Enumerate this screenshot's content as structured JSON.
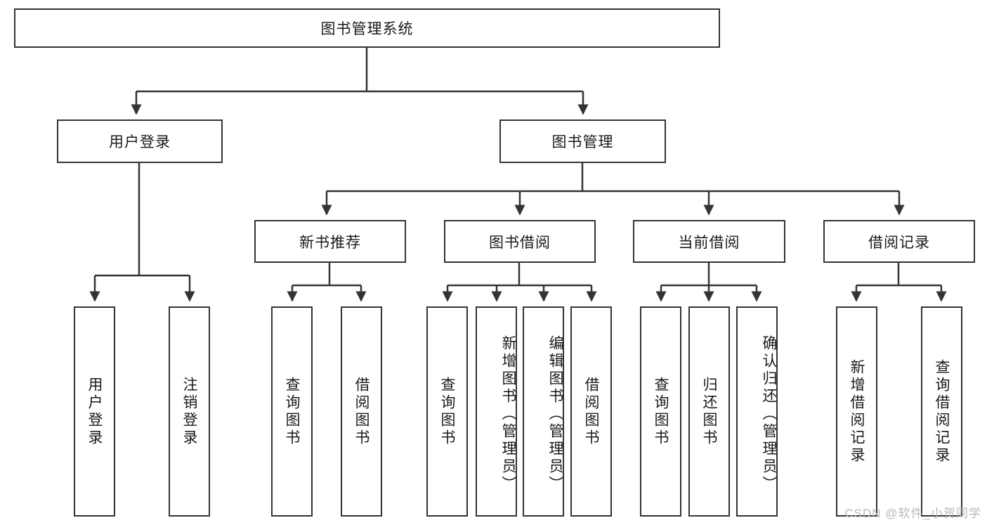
{
  "diagram": {
    "title": "图书管理系统",
    "watermark": "CSDN @软件_小贺同学",
    "colors": {
      "box_border": "#333333",
      "box_fill": "#ffffff",
      "connector": "#333333",
      "text": "#1a1a1a",
      "watermark": "#b9b9b9"
    },
    "root": {
      "label": "图书管理系统"
    },
    "level2": [
      {
        "label": "用户登录"
      },
      {
        "label": "图书管理"
      }
    ],
    "level3": [
      {
        "label": "新书推荐"
      },
      {
        "label": "图书借阅"
      },
      {
        "label": "当前借阅"
      },
      {
        "label": "借阅记录"
      }
    ],
    "leaves": {
      "user_login": [
        {
          "label": "用户登录"
        },
        {
          "label": "注销登录"
        }
      ],
      "new_book_recommend": [
        {
          "label": "查询图书"
        },
        {
          "label": "借阅图书"
        }
      ],
      "book_borrow": [
        {
          "label": "查询图书"
        },
        {
          "label": "新增图书（管理员）"
        },
        {
          "label": "编辑图书（管理员）"
        },
        {
          "label": "借阅图书"
        }
      ],
      "current_borrow": [
        {
          "label": "查询图书"
        },
        {
          "label": "归还图书"
        },
        {
          "label": "确认归还（管理员）"
        }
      ],
      "borrow_record": [
        {
          "label": "新增借阅记录"
        },
        {
          "label": "查询借阅记录"
        }
      ]
    }
  }
}
